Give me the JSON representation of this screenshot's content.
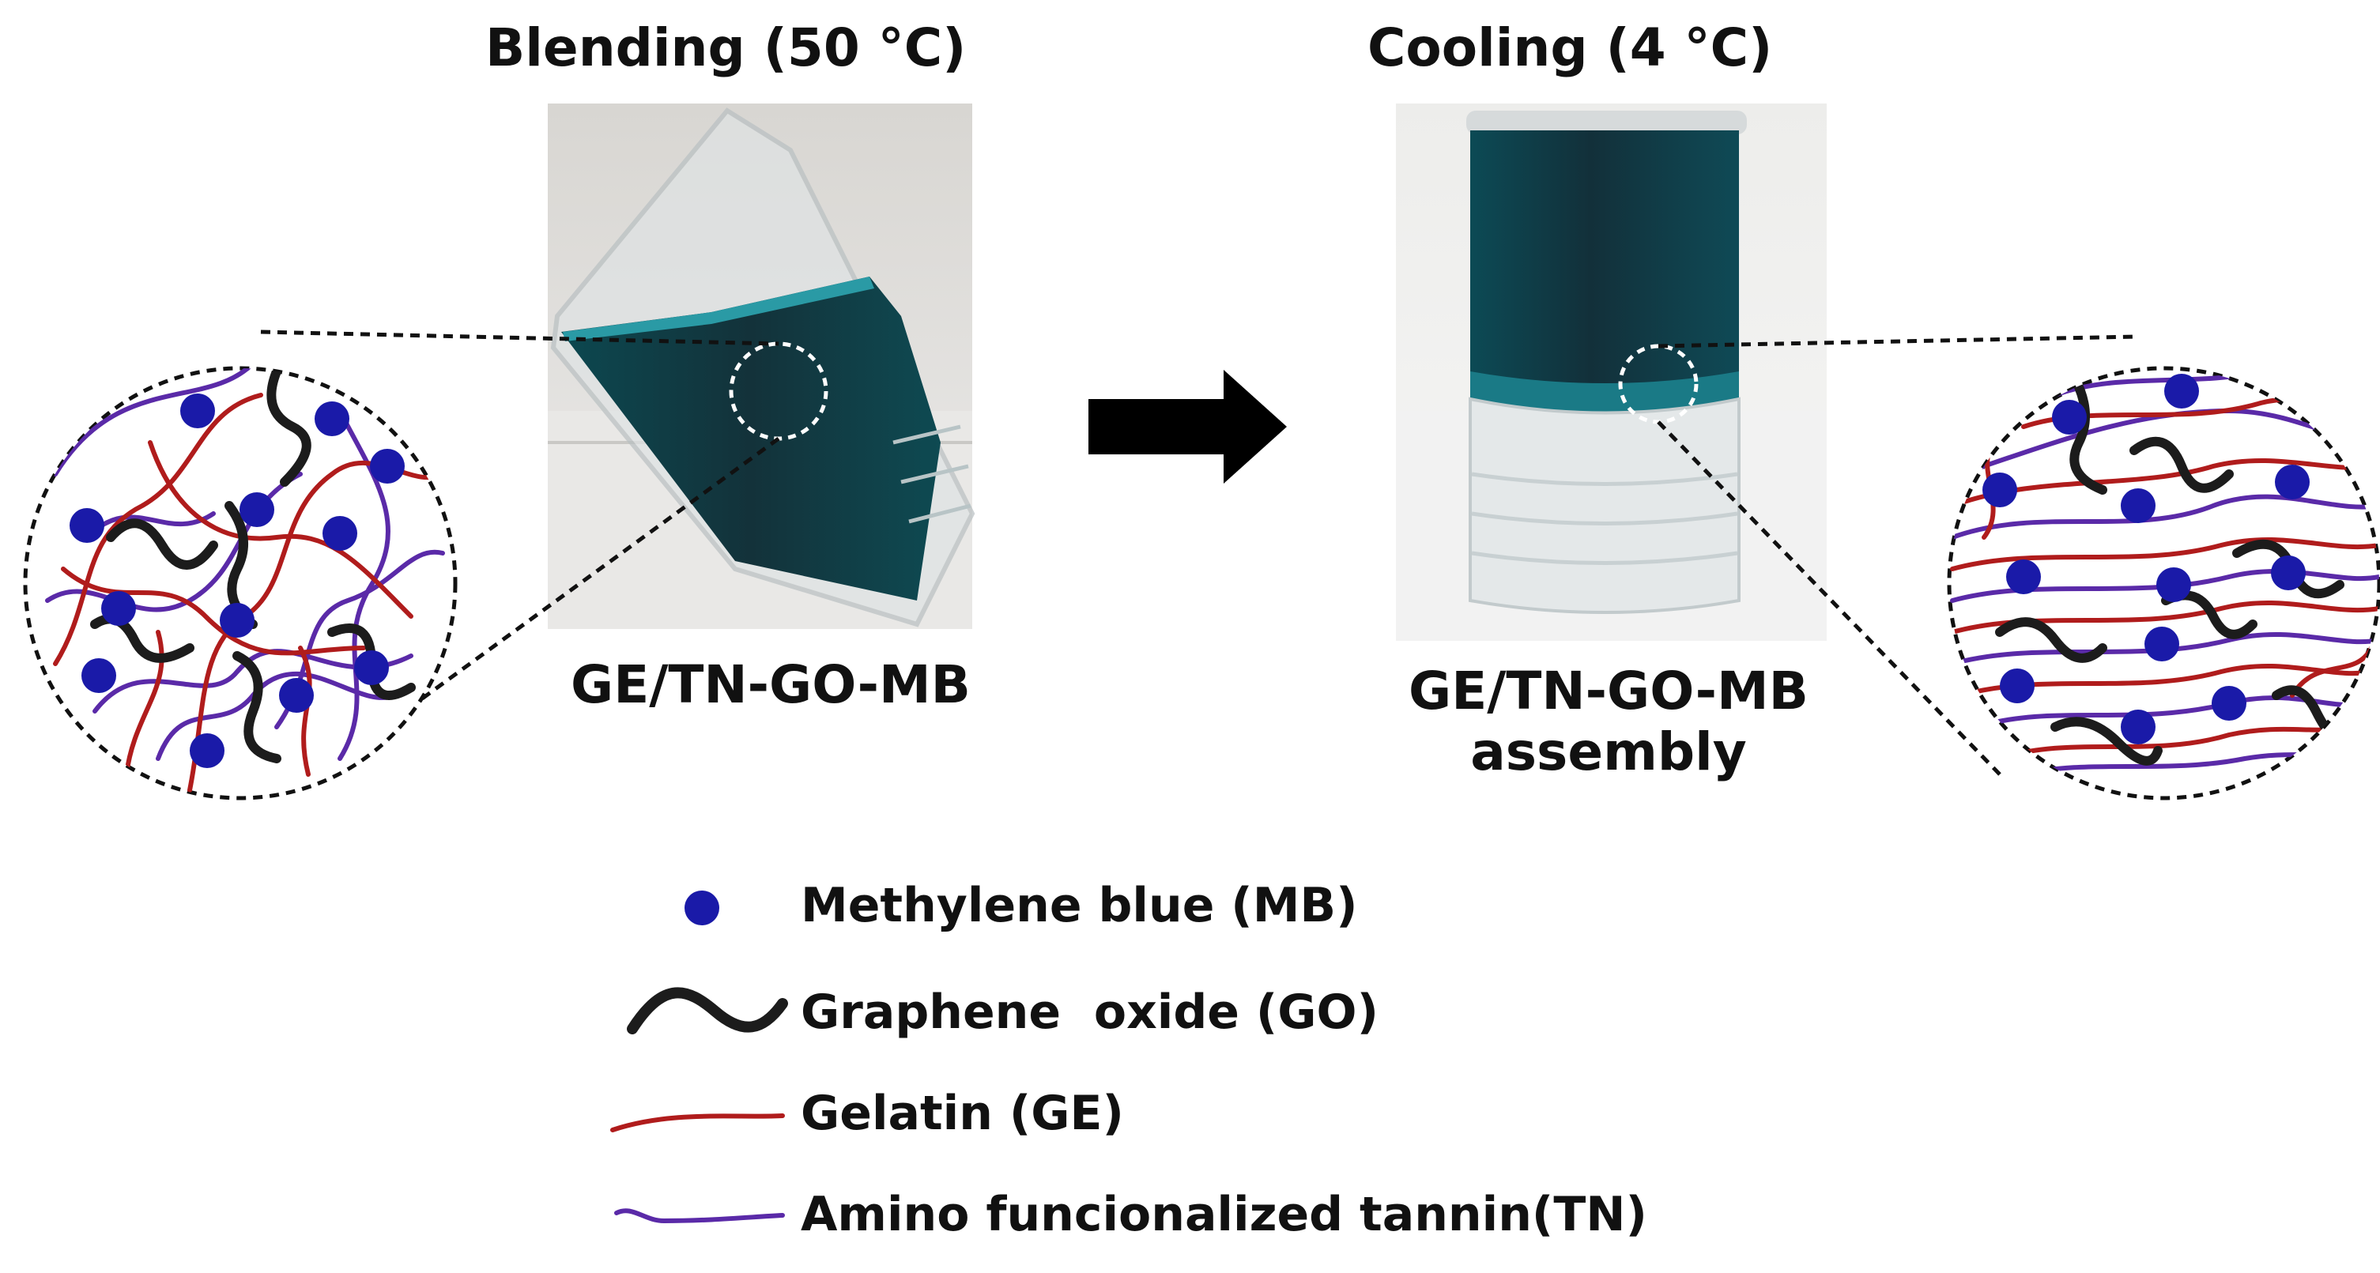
{
  "left_panel": {
    "heading": "Blending (50 °C)",
    "caption": "GE/TN-GO-MB"
  },
  "right_panel": {
    "heading": "Cooling (4 °C)",
    "caption_line1": "GE/TN-GO-MB",
    "caption_line2": "assembly"
  },
  "legend": {
    "items": [
      {
        "label": "Methylene blue (MB)",
        "symbol": "dot"
      },
      {
        "label": "Graphene  oxide (GO)",
        "symbol": "wave"
      },
      {
        "label": "Gelatin (GE)",
        "symbol": "line"
      },
      {
        "label": "Amino funcionalized tannin(TN)",
        "symbol": "line"
      }
    ]
  },
  "colors": {
    "methylene_blue": "#1a1aa8",
    "graphene_oxide": "#1c1c1c",
    "gelatin": "#b01c1c",
    "tannin": "#5a2aa8",
    "hydrogel": "#0f5862"
  }
}
